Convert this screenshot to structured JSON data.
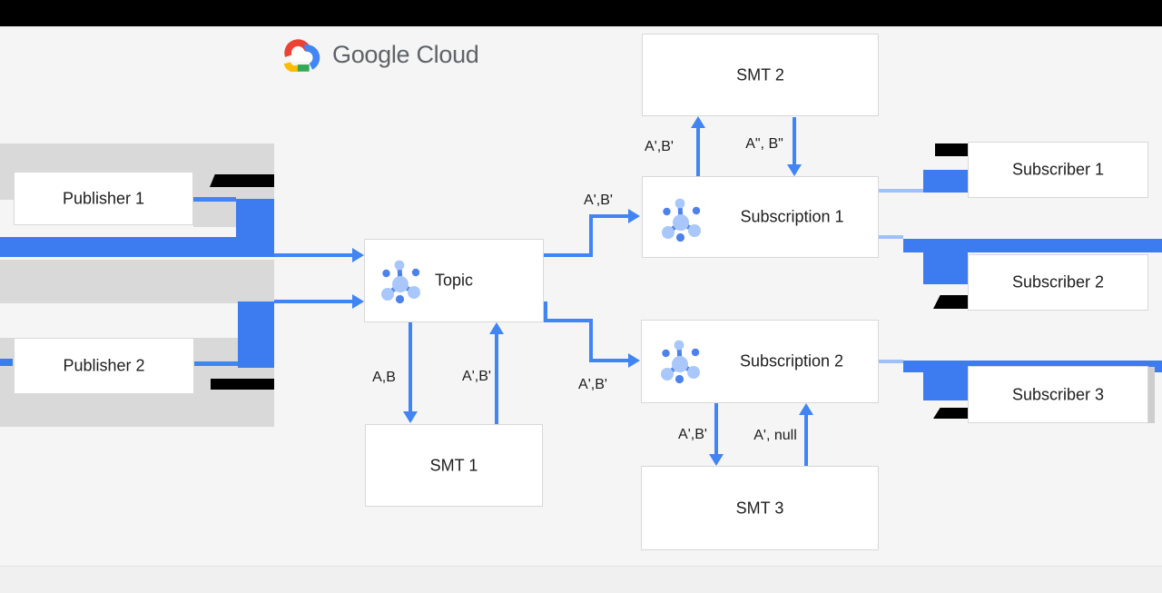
{
  "logo": {
    "text": "Google Cloud"
  },
  "nodes": {
    "publisher1": "Publisher 1",
    "publisher2": "Publisher 2",
    "topic": "Topic",
    "smt1": "SMT 1",
    "smt2": "SMT 2",
    "subscription1": "Subscription 1",
    "subscription2": "Subscription 2",
    "smt3": "SMT 3",
    "subscriber1": "Subscriber 1",
    "subscriber2": "Subscriber 2",
    "subscriber3": "Subscriber 3"
  },
  "edge_labels": {
    "topic_to_smt1": "A,B",
    "smt1_to_topic": "A',B'",
    "topic_to_sub1": "A',B'",
    "sub1_to_smt2": "A',B'",
    "smt2_to_sub1": "A\", B\"",
    "topic_to_sub2": "A',B'",
    "sub2_to_smt3": "A',B'",
    "smt3_to_sub2": "A', null"
  },
  "colors": {
    "arrow_blue": "#4184F3",
    "highlight_blue": "#3C7CF0",
    "light_blue_line": "#9FC1F8",
    "band_gray": "#D9D9D9",
    "icon_light_blue": "#A9C7FB",
    "icon_dark_blue": "#4D82EC",
    "logo_text_gray": "#5F6368",
    "google_red": "#EA4335",
    "google_blue": "#4285F4",
    "google_yellow": "#FBBC04",
    "google_green": "#34A853"
  }
}
